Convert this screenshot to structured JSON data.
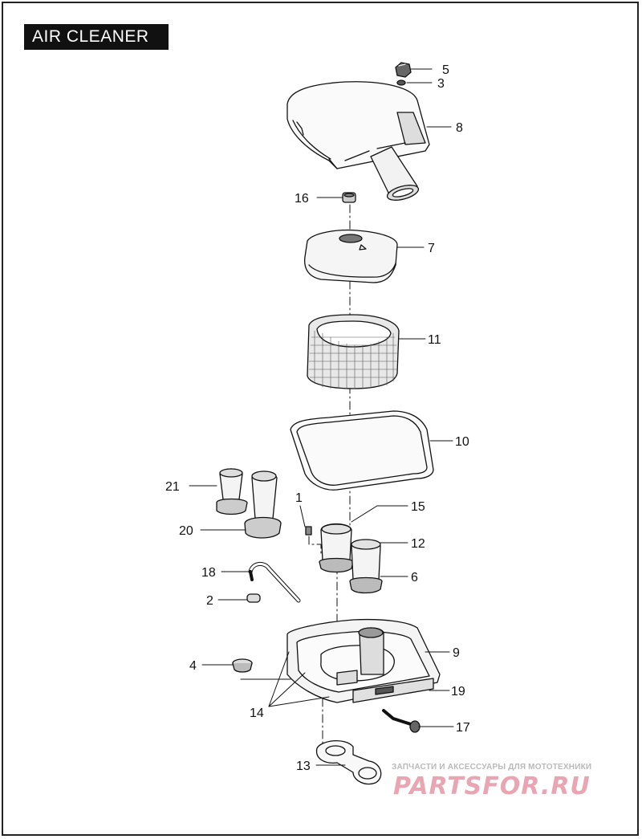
{
  "title": "AIR CLEANER",
  "callouts": {
    "c5": "5",
    "c3": "3",
    "c8": "8",
    "c16": "16",
    "c7": "7",
    "c11": "11",
    "c10": "10",
    "c21": "21",
    "c1": "1",
    "c15": "15",
    "c20": "20",
    "c12": "12",
    "c18": "18",
    "c6": "6",
    "c2": "2",
    "c9": "9",
    "c4": "4",
    "c19": "19",
    "c14": "14",
    "c17": "17",
    "c13": "13"
  },
  "watermark": {
    "tagline": "ЗАПЧАСТИ И АКСЕССУАРЫ ДЛЯ МОТОТЕХНИКИ",
    "logo": "PARTSFOR.RU"
  }
}
